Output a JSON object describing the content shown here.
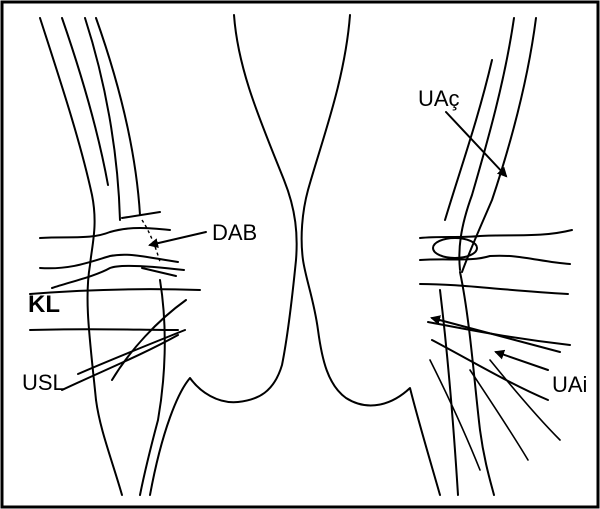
{
  "labels": {
    "dab": "DAB",
    "kl": "KL",
    "usl": "USL",
    "uac": "UAç",
    "uai": "UAi"
  },
  "colors": {
    "ink": "#000000",
    "background": "#ffffff"
  }
}
